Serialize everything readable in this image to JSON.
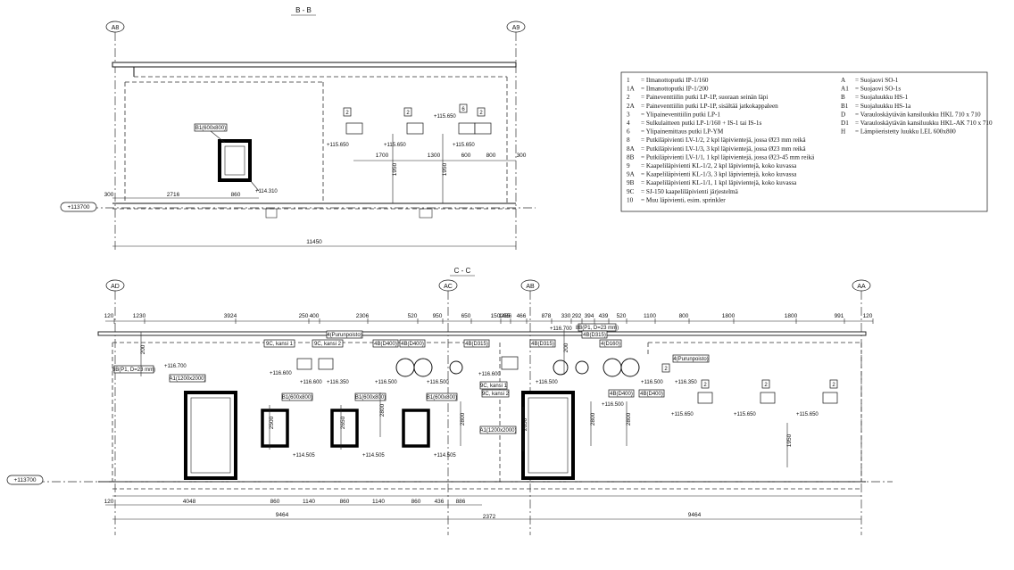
{
  "sections": {
    "bb": {
      "title": "B - B",
      "axis_left": "A8",
      "axis_right": "A9",
      "level": "+113700",
      "bottom_dims": [
        "300",
        "2716",
        "860"
      ],
      "total": "11450",
      "top_dims": [
        "1700",
        "1300",
        "600",
        "800",
        "300"
      ],
      "heights": [
        "1950",
        "1950"
      ],
      "elevations": [
        "+115.650",
        "+115.650",
        "+115.650",
        "+115.650",
        "+114.310"
      ],
      "b1_label": "B1(600x800)",
      "tags": [
        "2",
        "2",
        "6",
        "2"
      ]
    },
    "cc": {
      "title": "C - C",
      "axes": [
        "AD",
        "AC",
        "AB",
        "AA"
      ],
      "level": "+113700",
      "top_dims": [
        "120",
        "1230",
        "3924",
        "250",
        "400",
        "2306",
        "520",
        "950",
        "650",
        "150",
        "255",
        "466",
        "878",
        "330",
        "292",
        "394",
        "439",
        "520",
        "1100",
        "800",
        "1800",
        "1800",
        "991",
        "120"
      ],
      "sub_dim": "1486",
      "bottom_dims": [
        "120",
        "4048",
        "860",
        "1140",
        "860",
        "1140",
        "860",
        "436",
        "886"
      ],
      "totals": [
        "9464",
        "2372",
        "9464"
      ],
      "heights": [
        "200",
        "2500",
        "2650",
        "2800",
        "2800",
        "200",
        "2650",
        "2800",
        "2800",
        "1950"
      ],
      "labels": {
        "p8b_left": "8B(P1, D=23 mm)",
        "p8b_right": "8B(P1, D=23 mm)",
        "a1_left": "A1(1200x2000)",
        "a1_right": "A1(1200x2000)",
        "b1a": "B1(600x800)",
        "b1b": "B1(600x800)",
        "b1c": "B1(600x800)",
        "k9c1": "9C, kansi 1",
        "k9c2": "9C, kansi 2",
        "k9c1r": "9C, kansi 1",
        "k9c2r": "9C, kansi 2",
        "p4a": "4(Purunpoisto)",
        "p4b": "4(Purunpoisto)",
        "d400a": "4B(D400)",
        "d400b": "4B(D400)",
        "d400c": "4B(D400)",
        "d400d": "4B(D400)",
        "d315a": "4B(D315)",
        "d315b": "4B(D315)",
        "d315c": "4B(D315)",
        "d160": "4(D160)"
      },
      "elevations": [
        "+116.700",
        "+116.600",
        "+116.600",
        "+116.350",
        "+116.500",
        "+116.500",
        "+116.600",
        "+114.505",
        "+114.505",
        "+114.505",
        "+116.700",
        "+116.500",
        "+116.500",
        "+116.500",
        "+116.350",
        "+115.650",
        "+115.650",
        "+115.650"
      ],
      "tags": [
        "2",
        "2",
        "2",
        "2"
      ]
    }
  },
  "legend": {
    "left": [
      [
        "1",
        "= Ilmanottoputki IP-1/160"
      ],
      [
        "1A",
        "= Ilmanottoputki IP-1/200"
      ],
      [
        "2",
        "= Paineventtiilin putki LP-1P, suoraan seinän läpi"
      ],
      [
        "2A",
        "= Paineventtiilin putki LP-1P, sisältää jatkokappaleen"
      ],
      [
        "3",
        "= Ylipaineventtiilin putki LP-1"
      ],
      [
        "4",
        "= Sulkulaitteen putki LP-1/160 + IS-1 tai IS-1s"
      ],
      [
        "6",
        "= Ylipainemittaus putki LP-YM"
      ],
      [
        "8",
        "= Putkiläpivienti LV-1/2, 2 kpl läpivientejä, jossa Ø23 mm reikä"
      ],
      [
        "8A",
        "= Putkiläpivienti LV-1/3, 3 kpl läpivientejä, jossa Ø23 mm reikä"
      ],
      [
        "8B",
        "= Putkiläpivienti LV-1/1, 1 kpl läpivientejä, jossa Ø23-45 mm reikä"
      ],
      [
        "9",
        "= Kaapeliläpivienti KL-1/2, 2 kpl läpivientejä, koko kuvassa"
      ],
      [
        "9A",
        "= Kaapeliläpivienti KL-1/3, 3 kpl läpivientejä, koko kuvassa"
      ],
      [
        "9B",
        "= Kaapeliläpivienti KL-1/1, 1 kpl läpivientejä, koko kuvassa"
      ],
      [
        "9C",
        "= SJ-150 kaapeliläpivienti järjestelmä"
      ],
      [
        "10",
        "= Muu läpivienti, esim. sprinkler"
      ]
    ],
    "right": [
      [
        "A",
        "= Suojaovi SO-1"
      ],
      [
        "A1",
        "= Suojaovi SO-1s"
      ],
      [
        "B",
        "= Suojaluukku HS-1"
      ],
      [
        "B1",
        "= Suojaluukku HS-1a"
      ],
      [
        "D",
        "= Varauloskäytävän kansiluukku HKL 710 x 710"
      ],
      [
        "D1",
        "= Varauloskäytävän kansiluukku HKL-AK 710 x 710"
      ],
      [
        "H",
        "= Lämpöeristetty luukku LEL 600x800"
      ]
    ]
  }
}
